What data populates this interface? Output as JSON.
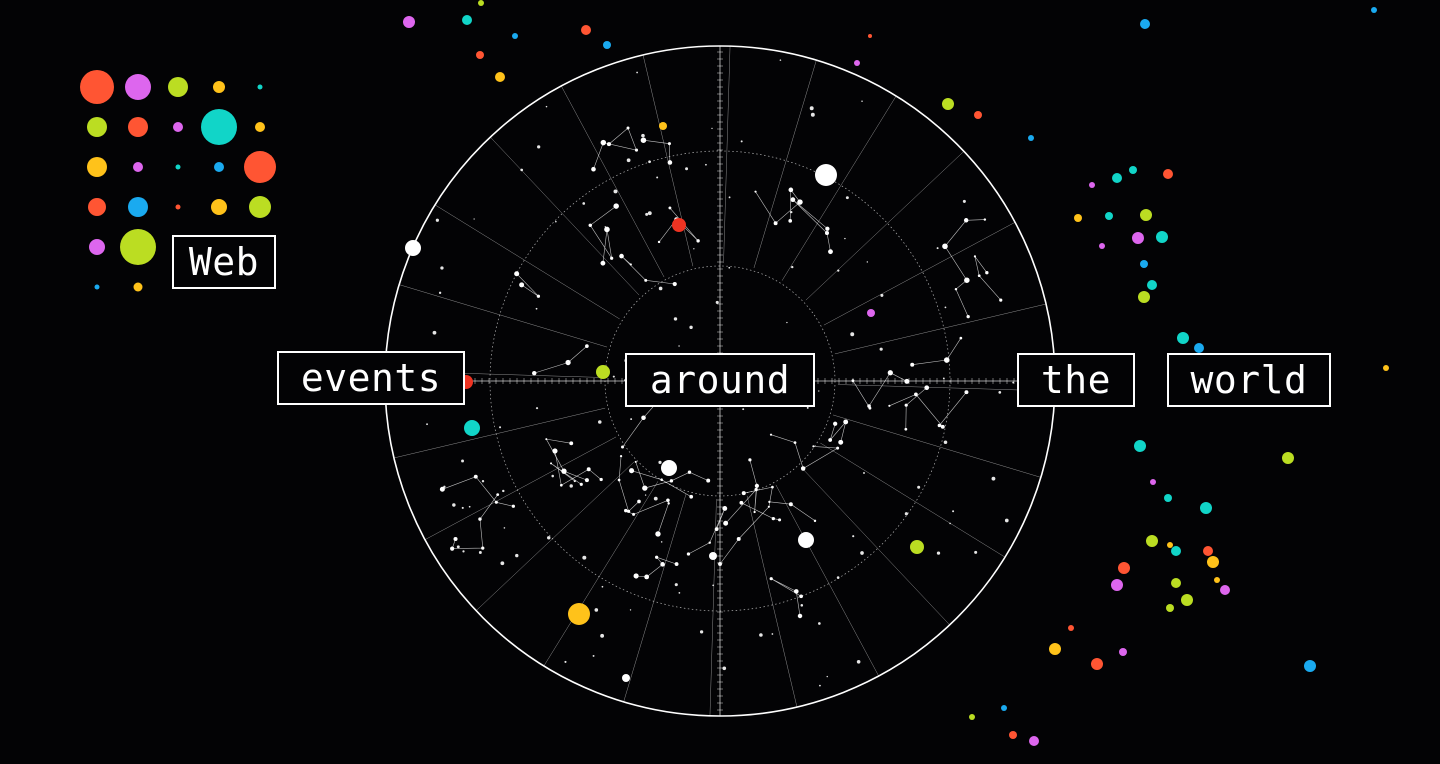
{
  "words": {
    "web": "Web",
    "events": "events",
    "around": "around",
    "the": "the",
    "world": "world"
  },
  "colors": {
    "background": "#030305",
    "line": "#ffffff",
    "orange": "#ff5533",
    "violet": "#dd66ee",
    "lime": "#bbdd22",
    "yellow": "#ffc21a",
    "teal": "#11d5c8",
    "sky": "#1aaaf0",
    "red": "#ee3322"
  },
  "icons": {
    "logo": "dot-grid-logo",
    "sky_map": "star-chart-icon"
  }
}
